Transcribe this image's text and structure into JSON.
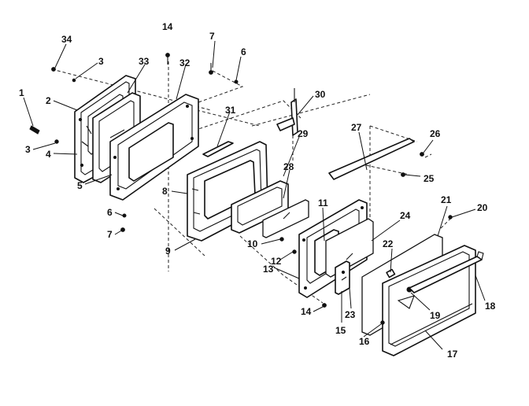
{
  "diagram": {
    "parts": [
      {
        "key": "p1",
        "label": "1"
      },
      {
        "key": "p2",
        "label": "2"
      },
      {
        "key": "p3a",
        "label": "3"
      },
      {
        "key": "p3b",
        "label": "3"
      },
      {
        "key": "p4",
        "label": "4"
      },
      {
        "key": "p5",
        "label": "5"
      },
      {
        "key": "p6a",
        "label": "6"
      },
      {
        "key": "p6b",
        "label": "6"
      },
      {
        "key": "p7a",
        "label": "7"
      },
      {
        "key": "p7b",
        "label": "7"
      },
      {
        "key": "p8",
        "label": "8"
      },
      {
        "key": "p9",
        "label": "9"
      },
      {
        "key": "p10",
        "label": "10"
      },
      {
        "key": "p11",
        "label": "11"
      },
      {
        "key": "p12",
        "label": "12"
      },
      {
        "key": "p13",
        "label": "13"
      },
      {
        "key": "p14a",
        "label": "14"
      },
      {
        "key": "p14b",
        "label": "14"
      },
      {
        "key": "p15",
        "label": "15"
      },
      {
        "key": "p16",
        "label": "16"
      },
      {
        "key": "p17",
        "label": "17"
      },
      {
        "key": "p18",
        "label": "18"
      },
      {
        "key": "p19",
        "label": "19"
      },
      {
        "key": "p20",
        "label": "20"
      },
      {
        "key": "p21",
        "label": "21"
      },
      {
        "key": "p22",
        "label": "22"
      },
      {
        "key": "p23",
        "label": "23"
      },
      {
        "key": "p24",
        "label": "24"
      },
      {
        "key": "p25",
        "label": "25"
      },
      {
        "key": "p26",
        "label": "26"
      },
      {
        "key": "p27",
        "label": "27"
      },
      {
        "key": "p28",
        "label": "28"
      },
      {
        "key": "p29",
        "label": "29"
      },
      {
        "key": "p30",
        "label": "30"
      },
      {
        "key": "p31",
        "label": "31"
      },
      {
        "key": "p32",
        "label": "32"
      },
      {
        "key": "p33",
        "label": "33"
      },
      {
        "key": "p34",
        "label": "34"
      }
    ]
  }
}
